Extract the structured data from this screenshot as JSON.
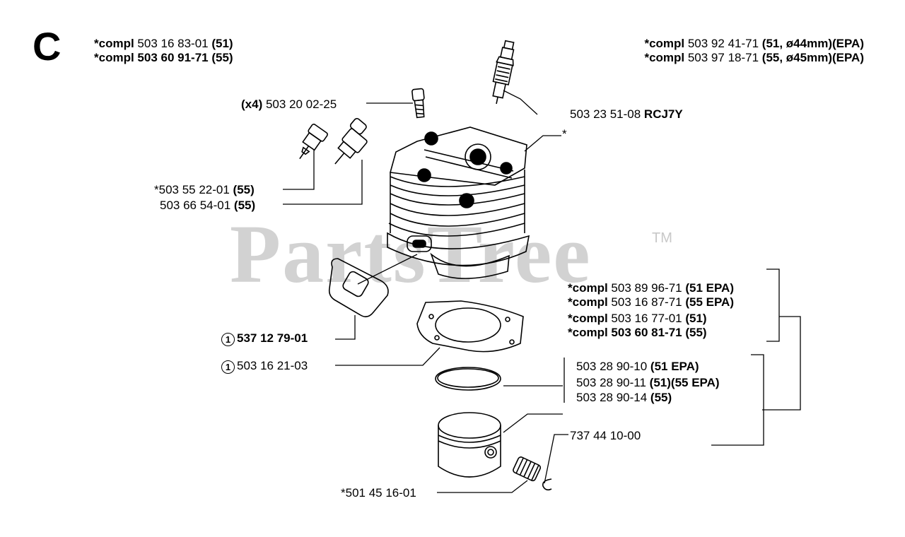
{
  "section_letter": "C",
  "watermark": {
    "text": "PartsTree",
    "tm": "TM"
  },
  "top_left": [
    {
      "star": "*",
      "compl": "compl",
      "num": " 503 16 83-01 ",
      "tag": "(51)"
    },
    {
      "star": "*",
      "compl": "compl",
      "num": " 503 60 91-71 ",
      "tag": "(55)"
    }
  ],
  "top_right": [
    {
      "star": "*",
      "compl": "compl",
      "num": " 503 92 41-71 ",
      "tag": "(51, ø44mm)(EPA)"
    },
    {
      "star": "*",
      "compl": "compl",
      "num": " 503 97 18-71 ",
      "tag": "(55, ø45mm)(EPA)"
    }
  ],
  "labels": {
    "screw_prefix": "(x4)",
    "screw": " 503 20 02-25",
    "spark_plug": "503 23 51-08 ",
    "spark_plug_code": "RCJ7Y",
    "cylinder_star": "*",
    "valve_1": "*503 55 22-01 ",
    "valve_1_tag": "(55)",
    "valve_2": "503 66 54-01 ",
    "valve_2_tag": "(55)",
    "gasket_1_num": "1",
    "gasket_1": "537 12 79-01",
    "gasket_2_num": "1",
    "gasket_2": "503 16 21-03",
    "circlip": "737 44 10-00",
    "bearing": "*501 45 16-01"
  },
  "group_mid": [
    {
      "star": "*",
      "compl": "compl",
      "num": " 503 89 96-71 ",
      "tag": "(51 EPA)"
    },
    {
      "star": "*",
      "compl": "compl",
      "num": " 503 16 87-71 ",
      "tag": "(55 EPA)"
    },
    {
      "star": "*",
      "compl": "compl",
      "num": " 503 16 77-01 ",
      "tag": "(51)"
    },
    {
      "star": "*",
      "compl": "compl",
      "num": " 503 60 81-71 ",
      "tag": "(55)"
    }
  ],
  "rings": [
    {
      "num": "503 28 90-10 ",
      "tag": "(51 EPA)"
    },
    {
      "num": "503 28 90-11 ",
      "tag": "(51)(55 EPA)"
    },
    {
      "num": "503 28 90-14 ",
      "tag": "(55)"
    }
  ]
}
